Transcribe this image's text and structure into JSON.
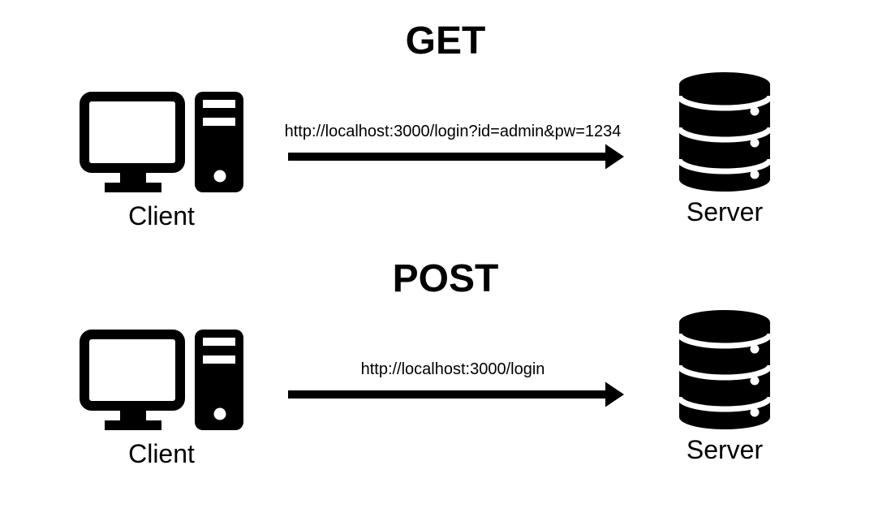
{
  "diagram": {
    "description": "Comparison of HTTP GET and POST request flows between a client and a server",
    "colors": {
      "foreground": "#000000",
      "background": "#ffffff"
    },
    "icons": {
      "client": "desktop-computer-icon",
      "server": "database-icon",
      "arrow": "right-arrow-icon"
    }
  },
  "sections": [
    {
      "title": "GET",
      "url": "http://localhost:3000/login?id=admin&pw=1234",
      "client_label": "Client",
      "server_label": "Server"
    },
    {
      "title": "POST",
      "url": "http://localhost:3000/login",
      "client_label": "Client",
      "server_label": "Server"
    }
  ]
}
